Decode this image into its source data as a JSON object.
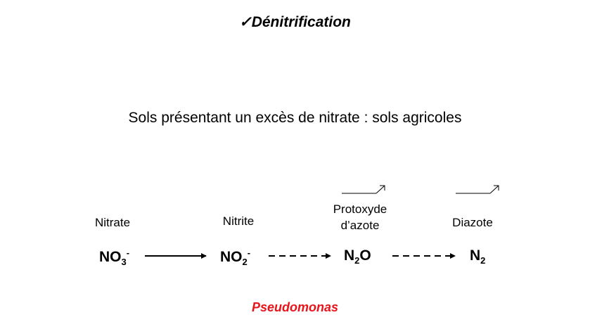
{
  "title": {
    "check": "✓",
    "text": "Dénitrification"
  },
  "subtitle": "Sols présentant un excès de nitrate : sols agricoles",
  "nodes": [
    {
      "label": "Nitrate",
      "base": "NO",
      "sub": "3",
      "sup": "-"
    },
    {
      "label": "Nitrite",
      "base": "NO",
      "sub": "2",
      "sup": "-"
    },
    {
      "label_line1": "Protoxyde",
      "label_line2": "d’azote",
      "base": "N",
      "sub": "2",
      "after": "O"
    },
    {
      "label": "Diazote",
      "base": "N",
      "sub": "2"
    }
  ],
  "organism": "Pseudomonas",
  "colors": {
    "organism": "#e8141b",
    "text": "#000000"
  }
}
